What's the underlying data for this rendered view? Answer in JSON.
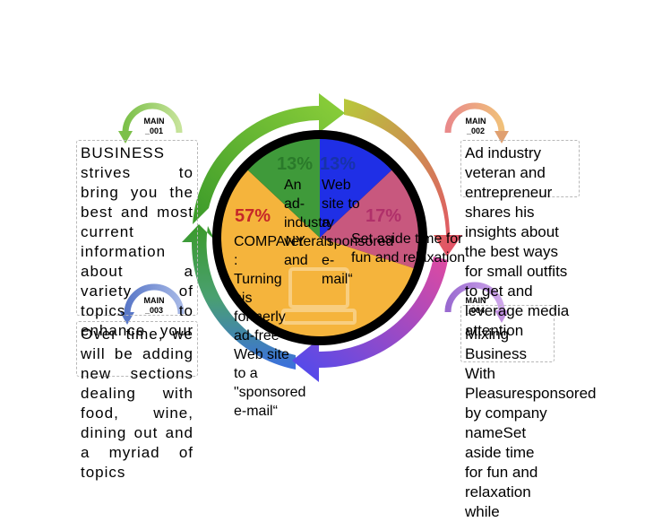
{
  "corner_tags": {
    "top_left": "MAIN\n_001",
    "top_right": "MAIN\n_002",
    "mid_left": "MAIN\n_003",
    "mid_right": "MAIN\n_004"
  },
  "left_top_box": "BUSINESS strives to bring you the best and most current information about a variety of topics to enhance your",
  "left_bottom_box": "Over time, we will be adding new sections dealing with food, wine, dining out and a myriad of topics",
  "right_box": "Ad industry veteran and entrepreneur shares his insights about the best ways for small outfits to get and leverage media attention",
  "right_box_overflow": "Mixing Business With Pleasuresponsored by company nameSet aside time for fun and relaxation while",
  "pie": {
    "slices": [
      {
        "pct": "57%",
        "text": "COMPANY : Turning his formerly ad-free Web site to a \"sponsored e-mail“",
        "color": "#f5b43c",
        "pct_color": "#c62828"
      },
      {
        "pct": "13%",
        "text": "An ad-industry veteran and",
        "color": "#3f9a3a",
        "pct_color": "#2a7a2a"
      },
      {
        "pct": "13%",
        "text": "Web site to a \"sponsored e-mail“",
        "color": "#1f2fe6",
        "pct_color": "#1733a8"
      },
      {
        "pct": "17%",
        "text": "Set aside time for fun and relaxation",
        "color": "#c8587e",
        "pct_color": "#b0306a"
      }
    ]
  },
  "chart_data": {
    "type": "pie",
    "categories": [
      "57%",
      "13%",
      "13%",
      "17%"
    ],
    "values": [
      57,
      13,
      13,
      17
    ]
  }
}
